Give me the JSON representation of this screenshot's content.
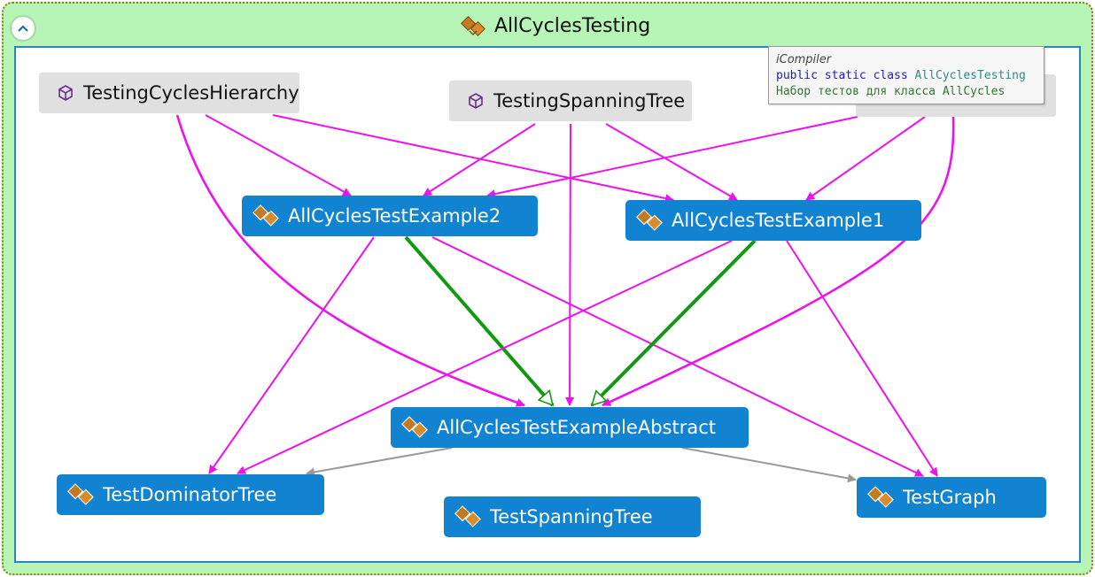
{
  "window": {
    "title": "AllCyclesTesting",
    "collapse_icon": "chevron-up-icon",
    "title_icon": "class-icon"
  },
  "nodes": {
    "testing_cycles_hierarchy": {
      "label": "TestingCyclesHierarchy",
      "kind": "namespace",
      "icon": "cube-icon"
    },
    "testing_spanning_tree": {
      "label": "TestingSpanningTree",
      "kind": "namespace",
      "icon": "cube-icon"
    },
    "example2": {
      "label": "AllCyclesTestExample2",
      "kind": "class",
      "icon": "class-icon"
    },
    "example1": {
      "label": "AllCyclesTestExample1",
      "kind": "class",
      "icon": "class-icon"
    },
    "abstract": {
      "label": "AllCyclesTestExampleAbstract",
      "kind": "class",
      "icon": "class-icon"
    },
    "dominator": {
      "label": "TestDominatorTree",
      "kind": "class",
      "icon": "class-icon"
    },
    "spanning": {
      "label": "TestSpanningTree",
      "kind": "class",
      "icon": "class-icon"
    },
    "graph": {
      "label": "TestGraph",
      "kind": "class",
      "icon": "class-icon"
    }
  },
  "tooltip": {
    "header": "iCompiler",
    "kw": "public static class",
    "type": "AllCyclesTesting",
    "doc": "Набор тестов для класса AllCycles"
  },
  "colors": {
    "frame_bg": "#b6f5b5",
    "class_node": "#1183d0",
    "namespace_node": "#e0e0e0",
    "dependency_edge": "#ee11ee",
    "inheritance_edge": "#119911",
    "reference_edge": "#999999",
    "canvas_border": "#2a86c0"
  }
}
